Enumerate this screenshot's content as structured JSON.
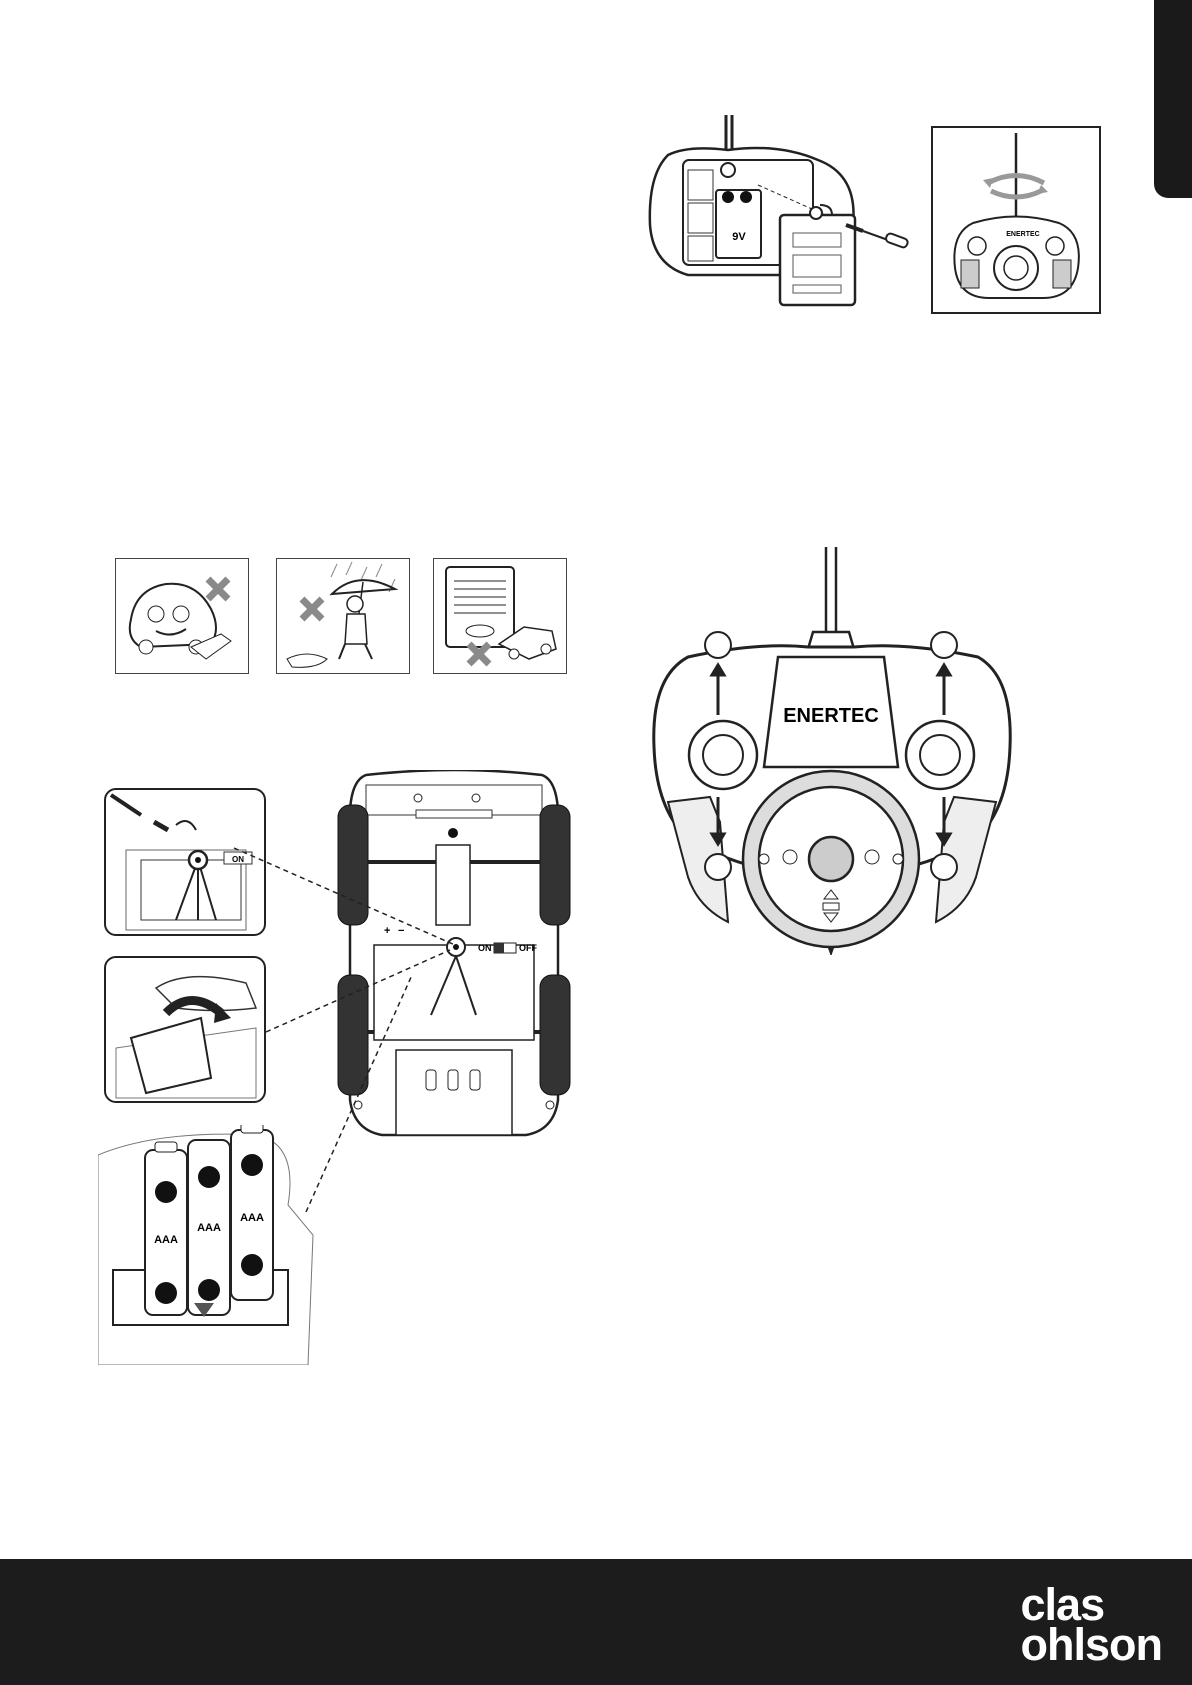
{
  "remote_battery": {
    "battery_label": "9V"
  },
  "remote_brand": {
    "brand": "ENERTEC",
    "brand_small": "ENERTEC"
  },
  "car_switch": {
    "on_label": "ON",
    "off_label": "OFF",
    "plus": "+",
    "minus": "−"
  },
  "aaa_batteries": {
    "labels": [
      "AAA",
      "AAA",
      "AAA"
    ]
  },
  "footer": {
    "logo_line1": "clas",
    "logo_line2": "ohlson"
  },
  "colors": {
    "footer_bg": "#1c1c1c",
    "tab_bg": "#1a1a1a",
    "x_mark": "#8a8a8a"
  }
}
